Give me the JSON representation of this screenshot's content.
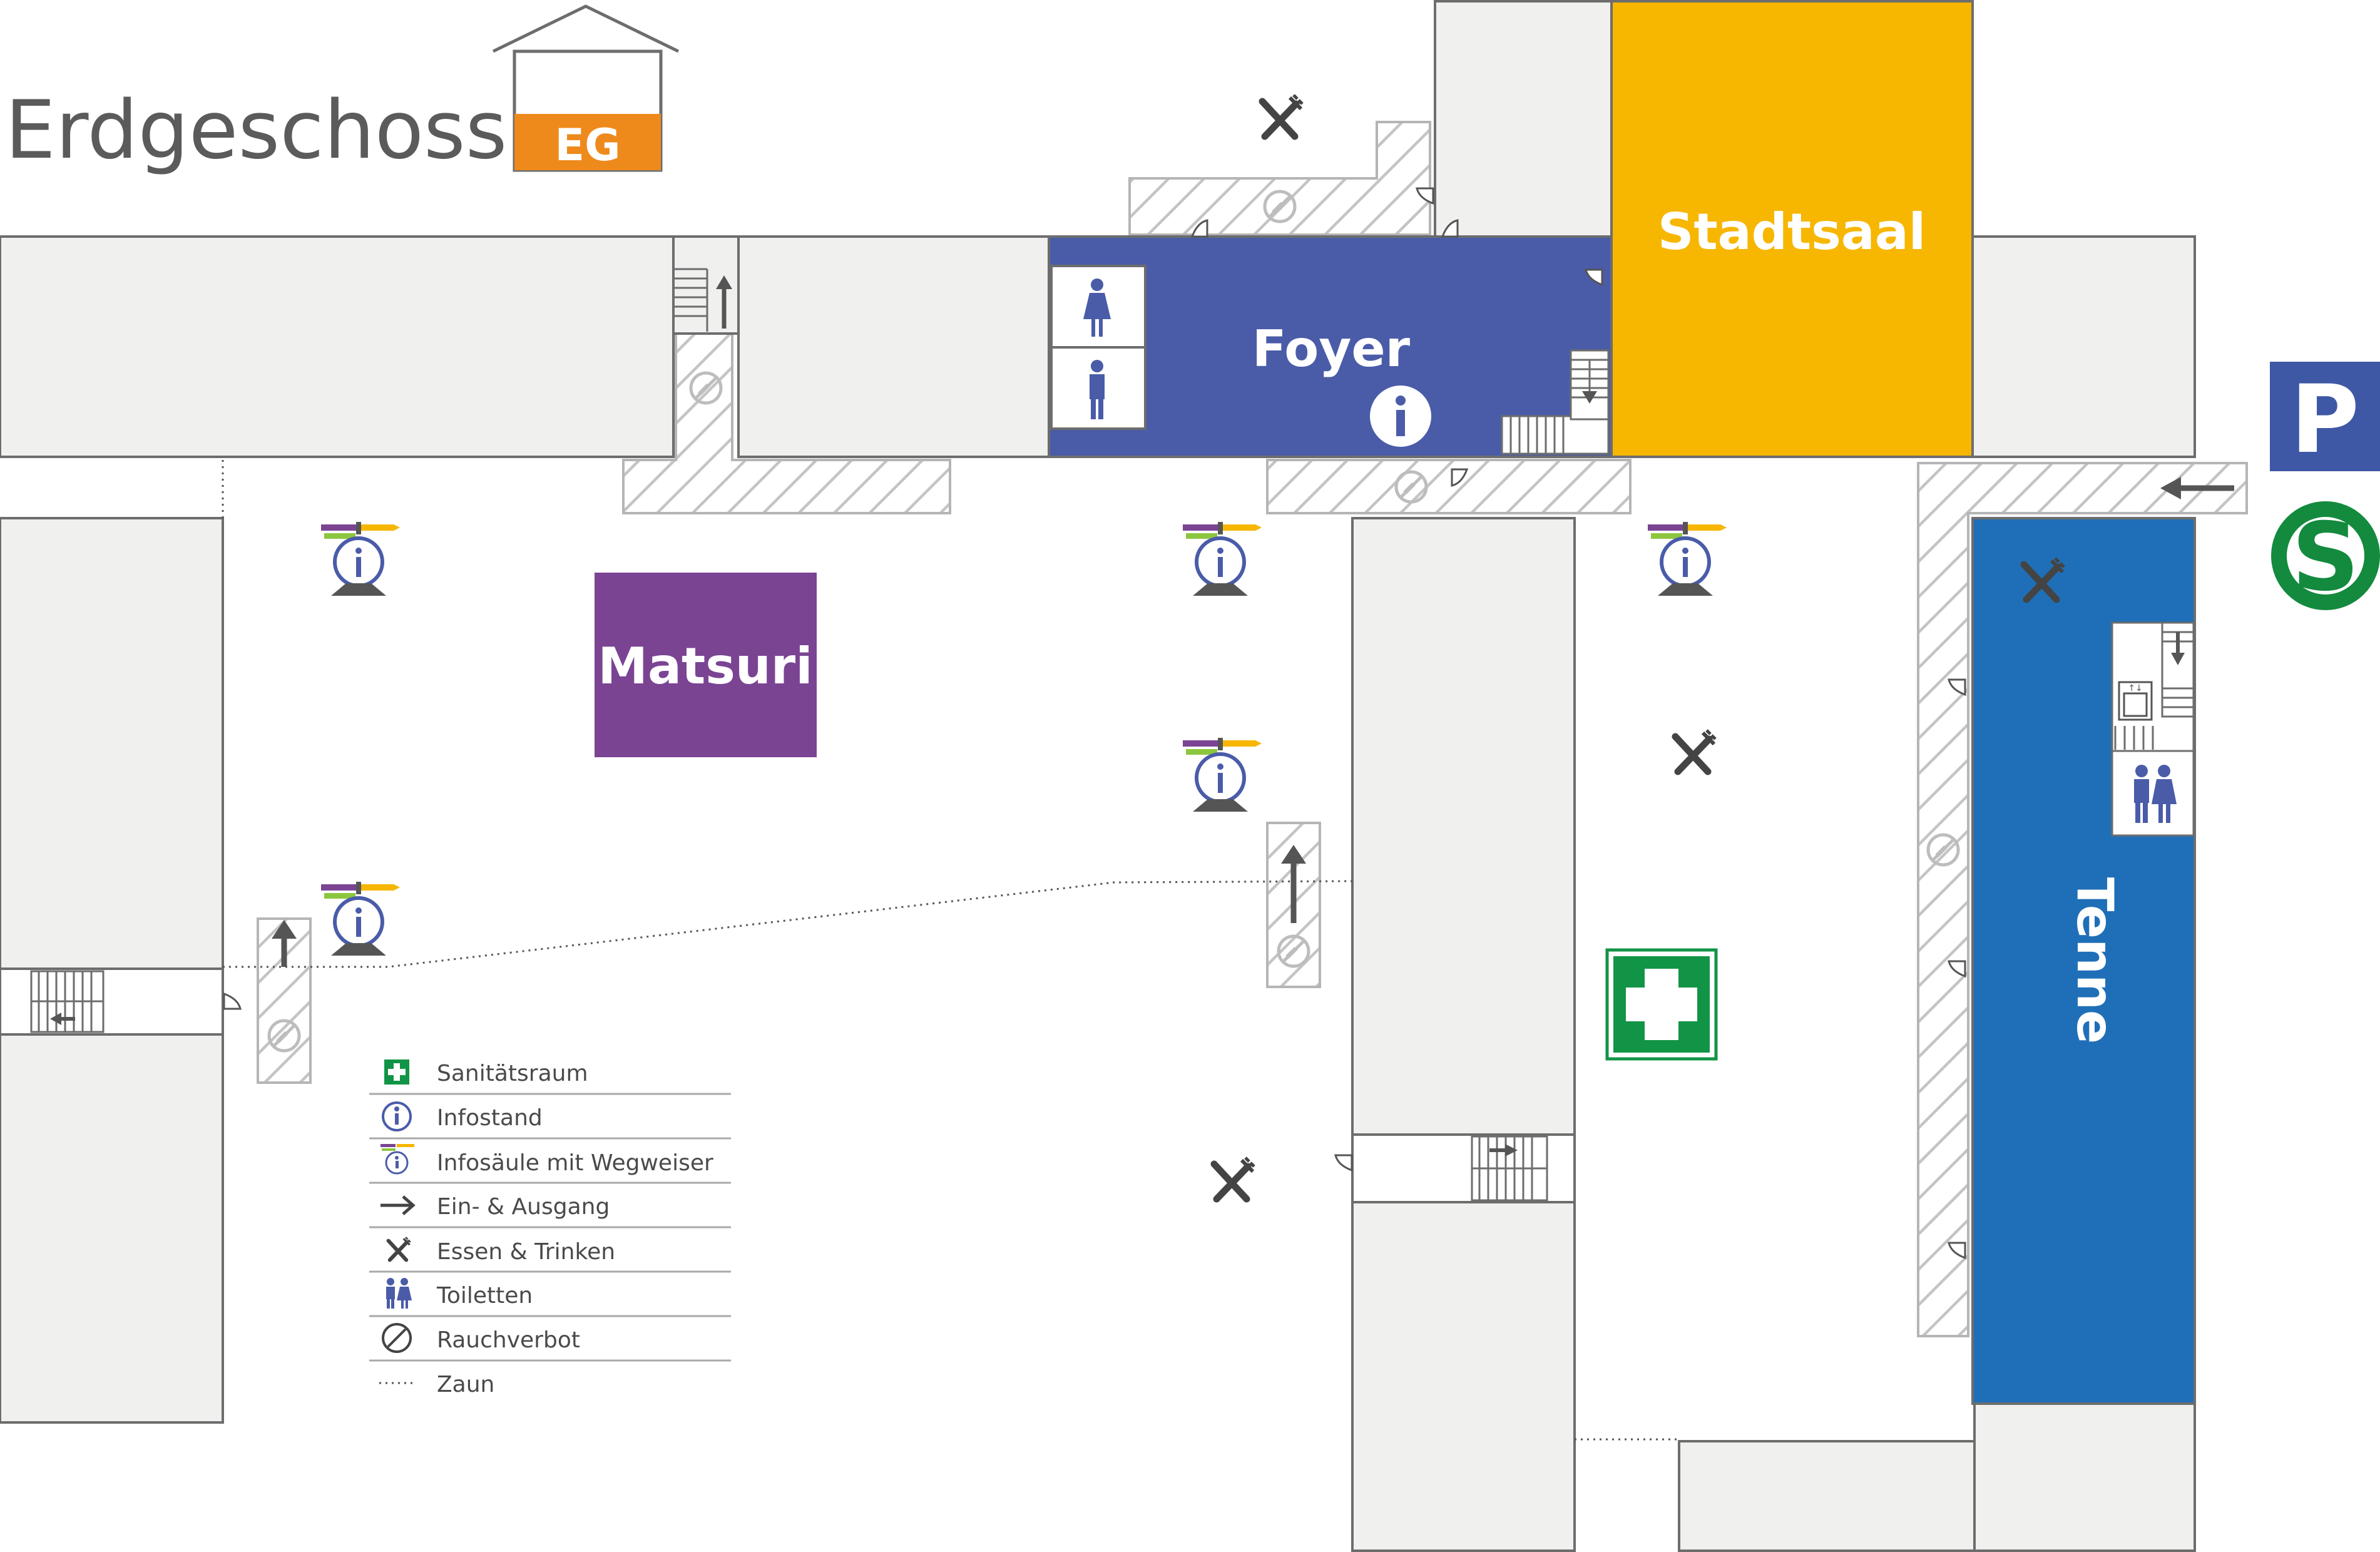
{
  "title": {
    "floor_name": "Erdgeschoss",
    "floor_badge": "EG",
    "badge_color": "#ee8a1c"
  },
  "rooms": {
    "foyer": {
      "label": "Foyer",
      "color": "#4a5ca8"
    },
    "stadtsaal": {
      "label": "Stadtsaal",
      "color": "#f7b600"
    },
    "matsuri": {
      "label": "Matsuri",
      "color": "#7a4493"
    },
    "tenne": {
      "label": "Tenne",
      "color": "#1f6fb8"
    }
  },
  "external": {
    "parking_label": "P",
    "parking_color": "#3f58a5",
    "sbahn_label": "S",
    "sbahn_color": "#138a3e"
  },
  "first_aid": {
    "color": "#119446"
  },
  "legend": [
    {
      "icon": "first-aid-icon",
      "label": "Sanitätsraum"
    },
    {
      "icon": "info-icon",
      "label": "Infostand"
    },
    {
      "icon": "info-pillar-icon",
      "label": "Infosäule mit Wegweiser"
    },
    {
      "icon": "arrow-icon",
      "label": "Ein- & Ausgang"
    },
    {
      "icon": "food-icon",
      "label": "Essen & Trinken"
    },
    {
      "icon": "toilet-icon",
      "label": "Toiletten"
    },
    {
      "icon": "no-smoking-icon",
      "label": "Rauchverbot"
    },
    {
      "icon": "fence-icon",
      "label": "Zaun"
    }
  ]
}
